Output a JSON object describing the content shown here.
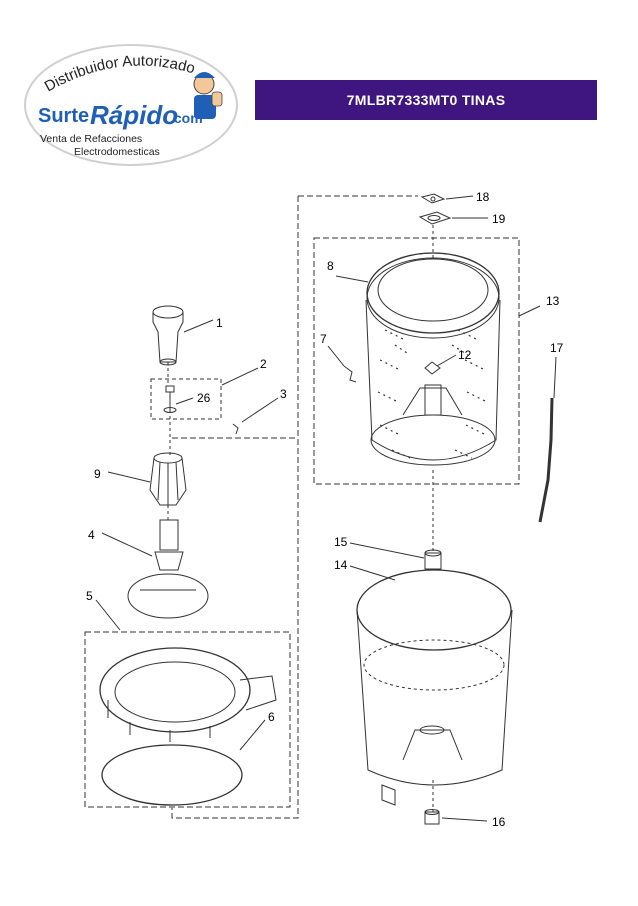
{
  "header": {
    "logo": {
      "top_text": "Distribuidor Autorizado",
      "brand_surte": "Surte",
      "brand_rapido": "Rápido",
      "brand_com": ".com",
      "tagline_1": "Venta de Refacciones",
      "tagline_2": "Electrodomesticas"
    },
    "title": "7MLBR7333MT0  TINAS"
  },
  "callouts": {
    "c1": "1",
    "c2": "2",
    "c3": "3",
    "c4": "4",
    "c5": "5",
    "c6": "6",
    "c7": "7",
    "c8": "8",
    "c9": "9",
    "c12": "12",
    "c13": "13",
    "c14": "14",
    "c15": "15",
    "c16": "16",
    "c17": "17",
    "c18": "18",
    "c19": "19",
    "c26": "26"
  },
  "colors": {
    "title_bg": "#3f1580",
    "logo_blue": "#1f5fb5",
    "line": "#333333"
  }
}
